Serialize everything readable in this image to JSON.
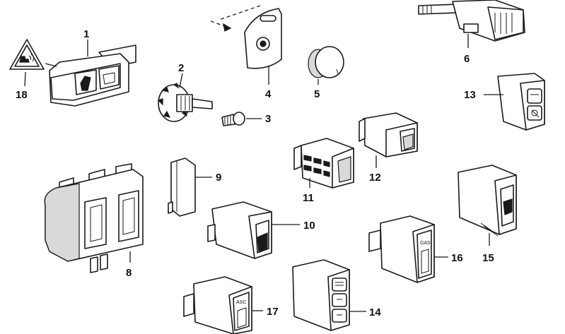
{
  "callouts": {
    "c1": "1",
    "c2": "2",
    "c3": "3",
    "c4": "4",
    "c5": "5",
    "c6": "6",
    "c8": "8",
    "c9": "9",
    "c10": "10",
    "c11": "11",
    "c12": "12",
    "c13": "13",
    "c14": "14",
    "c15": "15",
    "c16": "16",
    "c17": "17",
    "c18": "18"
  },
  "part_labels": {
    "gas": "GAS",
    "asc": "ASC"
  },
  "icons": {
    "part18": "warning-triangle-seat-icon"
  }
}
